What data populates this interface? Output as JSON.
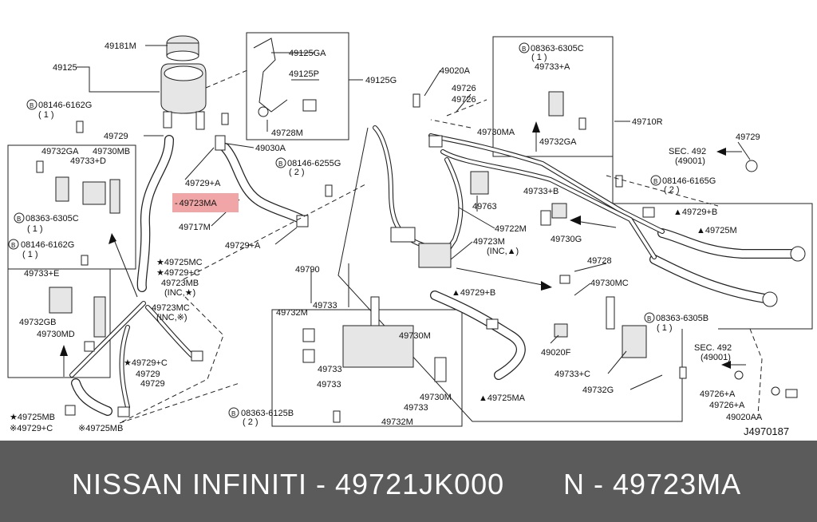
{
  "footer": {
    "brand": "NISSAN  INFINITI - 49721JK000",
    "part": "N - 49723MA"
  },
  "diagram_id": "J4970187",
  "highlight_label": "49723MA",
  "labels": {
    "l49181M": "49181M",
    "l49125": "49125",
    "b08146_6162G_a": "08146-6162G",
    "q1_a": "( 1 )",
    "l49729_a": "49729",
    "l49732GA": "49732GA",
    "l49730MB": "49730MB",
    "l49733D": "49733+D",
    "b08363_6305C_a": "08363-6305C",
    "q1_b": "( 1 )",
    "b08146_6162G_b": "08146-6162G",
    "q1_c": "( 1 )",
    "l49733E": "49733+E",
    "l49732GB": "49732GB",
    "l49730MD": "49730MD",
    "s49725MC": "49725MC",
    "s49729C_a": "49729+C",
    "l49723MB": "49723MB",
    "inc_star_a": "(INC,★)",
    "l49723MC": "49723MC",
    "inc_x": "(INC,※)",
    "s49729C_b": "49729+C",
    "l49729_b": "49729",
    "l49729_c": "49729",
    "s49725MB_star": "49725MB",
    "x49729C": "49729+C",
    "x49725MB": "49725MB",
    "l49125GA": "49125GA",
    "l49125P": "49125P",
    "l49125G": "49125G",
    "l49728M": "49728M",
    "l49030A": "49030A",
    "l49729A_a": "49729+A",
    "l49717M": "49717M",
    "l49729A_b": "49729+A",
    "b08146_6255G": "08146-6255G",
    "q2_a": "( 2 )",
    "l49790": "49790",
    "l49732M_a": "49732M",
    "l49733_a": "49733",
    "l49730M": "49730M",
    "l49733_b": "49733",
    "l49733_c": "49733",
    "l49730M_b": "49730M",
    "l49733_d": "49733",
    "l49732M_b": "49732M",
    "b08363_6125B": "08363-6125B",
    "q2_b": "( 2 )",
    "l49020A": "49020A",
    "l49726_a": "49726",
    "l49726_b": "49726",
    "l49730MA": "49730MA",
    "b08363_6305C_b": "08363-6305C",
    "q1_d": "( 1 )",
    "l49733A": "49733+A",
    "l49732GA_b": "49732GA",
    "l49710R": "49710R",
    "l49729_d": "49729",
    "sec492_a": "SEC. 492",
    "sec492_a_sub": "(49001)",
    "b08146_6165G": "08146-6165G",
    "q2_c": "( 2 )",
    "l49733B": "49733+B",
    "l49763": "49763",
    "t49729B_a": "49729+B",
    "l49722M": "49722M",
    "l49730G": "49730G",
    "t49725M": "49725M",
    "l49723M": "49723M",
    "inc_tri": "(INC,▲)",
    "l49728": "49728",
    "t49729B_b": "49729+B",
    "l49730MC": "49730MC",
    "b08363_6305B": "08363-6305B",
    "q1_e": "( 1 )",
    "l49020F": "49020F",
    "sec492_b": "SEC. 492",
    "sec492_b_sub": "(49001)",
    "l49733C": "49733+C",
    "l49732G": "49732G",
    "t49725MA": "49725MA",
    "l49726A_a": "49726+A",
    "l49726A_b": "49726+A",
    "l49020AA": "49020AA"
  }
}
